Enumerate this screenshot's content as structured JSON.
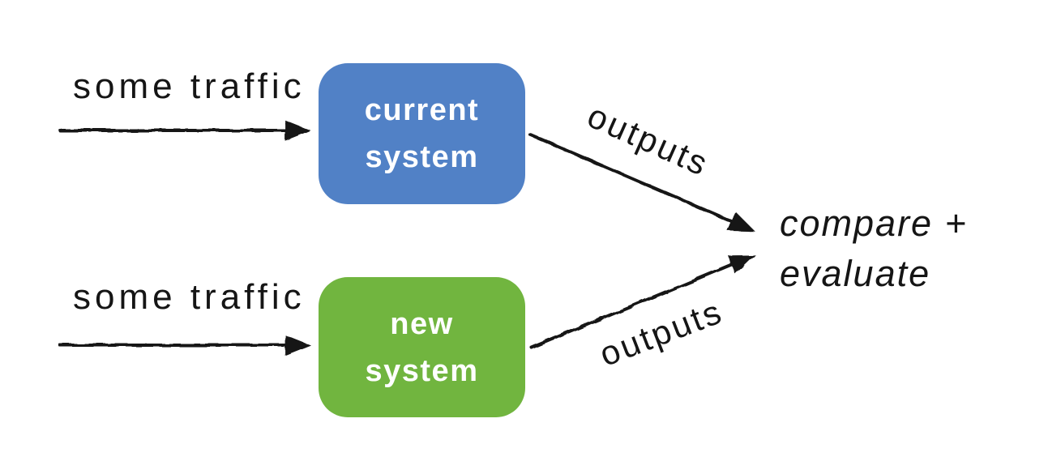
{
  "diagram": {
    "inputs": {
      "top_label": "some traffic",
      "bottom_label": "some traffic"
    },
    "systems": [
      {
        "name": "current system",
        "line1": "current",
        "line2": "system",
        "color": "#5181c6",
        "text_color": "#ffffff"
      },
      {
        "name": "new system",
        "line1": "new",
        "line2": "system",
        "color": "#71b53f",
        "text_color": "#ffffff"
      }
    ],
    "outputs": {
      "top_label": "outputs",
      "bottom_label": "outputs"
    },
    "result": {
      "line1": "compare +",
      "line2": "evaluate"
    },
    "colors": {
      "background": "#ffffff",
      "arrow": "#151515",
      "text": "#151515"
    }
  }
}
